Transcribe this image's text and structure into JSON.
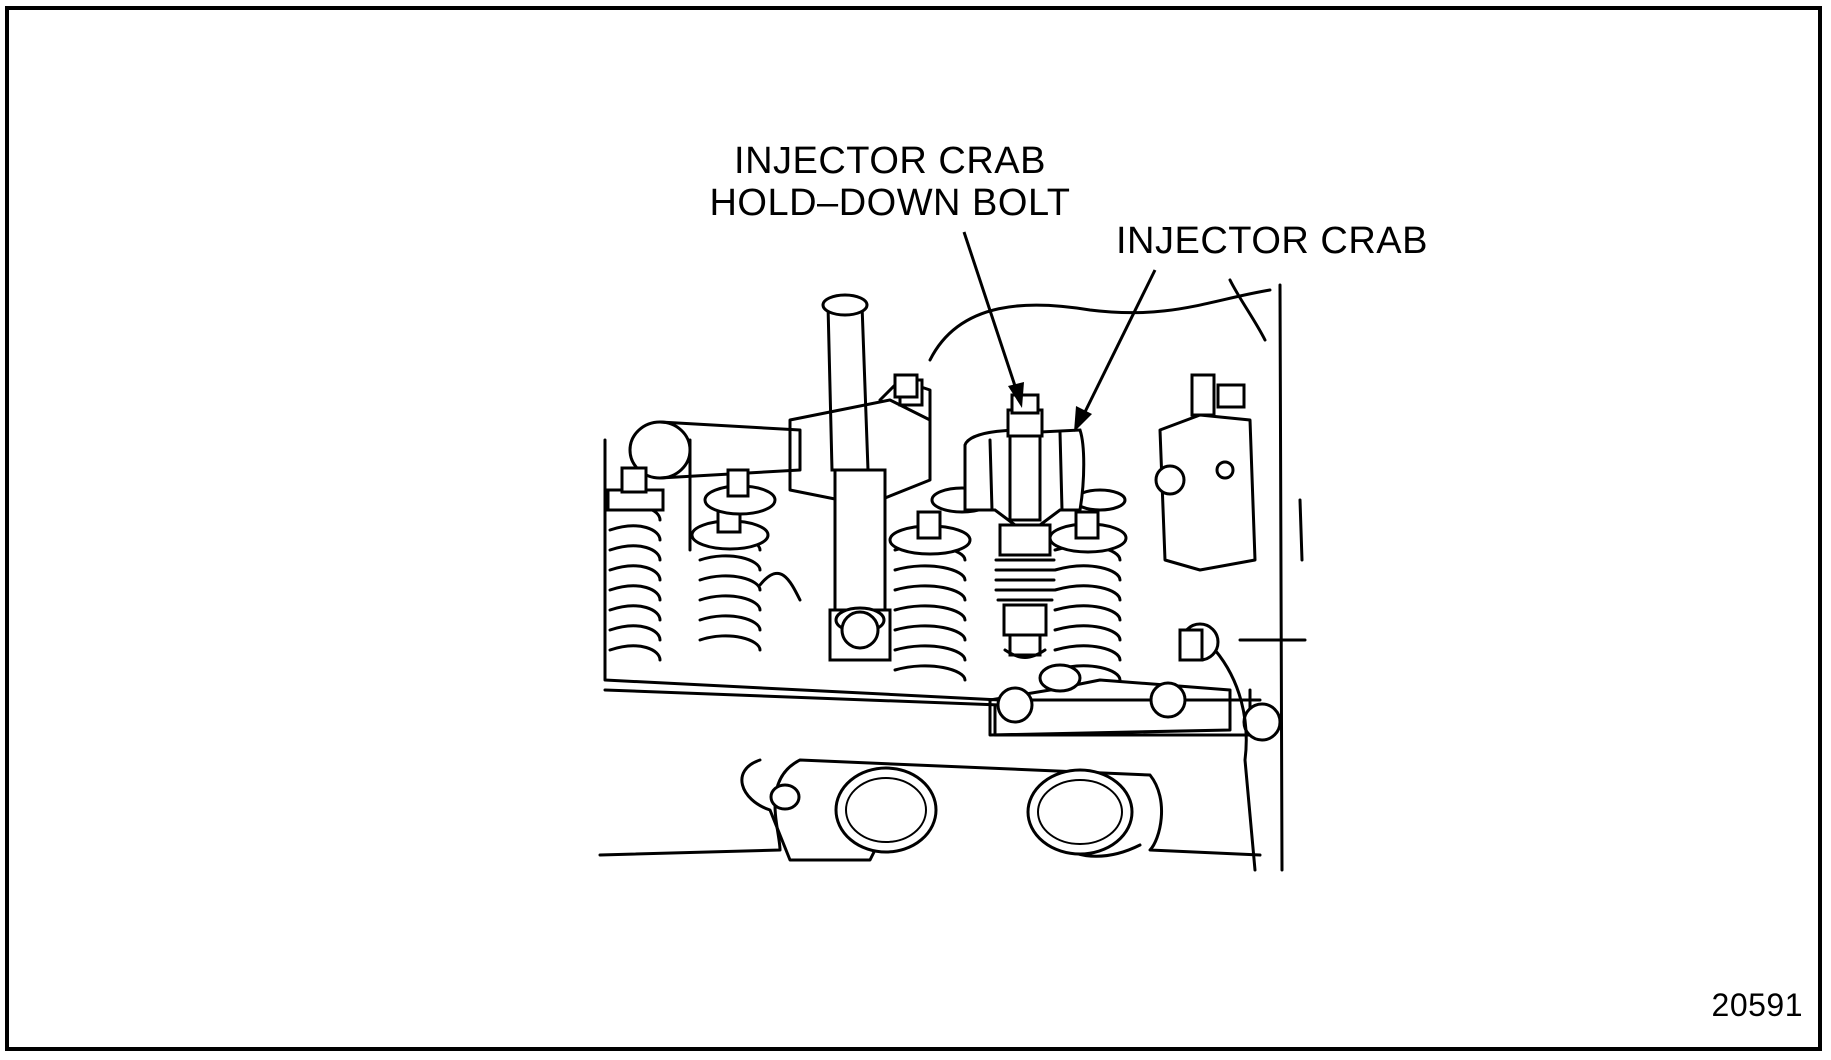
{
  "labels": {
    "hold_down_bolt_line1": "INJECTOR CRAB",
    "hold_down_bolt_line2": "HOLD–DOWN BOLT",
    "injector_crab": "INJECTOR CRAB"
  },
  "figure_number": "20591",
  "colors": {
    "ink": "#000000",
    "paper": "#ffffff"
  }
}
